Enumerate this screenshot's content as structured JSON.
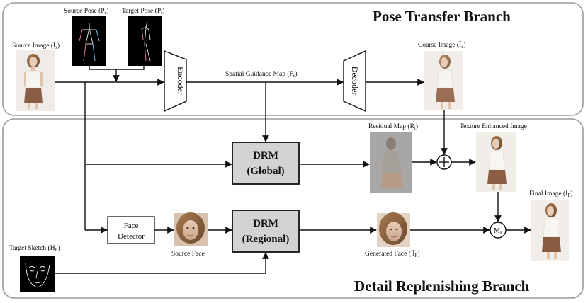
{
  "branches": {
    "top": "Pose Transfer Branch",
    "bottom": "Detail Replenishing Branch"
  },
  "labels": {
    "source_pose": "Source Pose (P",
    "source_pose_sub": "s",
    "target_pose": "Target Pose (P",
    "target_pose_sub": "t",
    "source_image": "Source Image (I",
    "source_image_sub": "s",
    "spatial_map": "Spatial Guidance Map (F",
    "spatial_map_sub": "s",
    "coarse_image": "Coarse Image (Ī",
    "coarse_image_sub": "c",
    "residual_map": "Residual Map (R",
    "residual_map_sub": "t",
    "texture_image": "Texture Enhanced Image",
    "final_image": "Final Image (Ī",
    "final_image_sub": "F",
    "target_sketch": "Target Sketch (H",
    "target_sketch_sub": "F",
    "source_face": "Source Face",
    "generated_face": "Generated Face ( Ī",
    "generated_face_sub": "F"
  },
  "nodes": {
    "encoder": "Encoder",
    "decoder": "Decoder",
    "drm_global_line1": "DRM",
    "drm_global_line2": "(Global)",
    "drm_regional_line1": "DRM",
    "drm_regional_line2": "(Regional)",
    "face_detector_line1": "Face",
    "face_detector_line2": "Detector",
    "plus": "+",
    "merge": "M",
    "merge_sub": "F"
  },
  "colors": {
    "drm_fill": "#d3d3d3",
    "panel_stroke": "#999999"
  }
}
